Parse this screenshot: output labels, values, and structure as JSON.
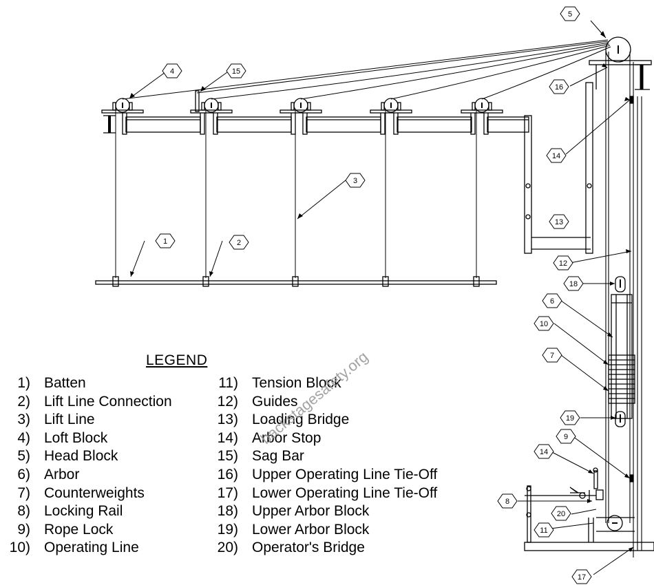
{
  "legend": {
    "title": "LEGEND",
    "items": [
      {
        "num": "1)",
        "label": "Batten"
      },
      {
        "num": "2)",
        "label": "Lift Line Connection"
      },
      {
        "num": "3)",
        "label": "Lift Line"
      },
      {
        "num": "4)",
        "label": "Loft Block"
      },
      {
        "num": "5)",
        "label": "Head Block"
      },
      {
        "num": "6)",
        "label": "Arbor"
      },
      {
        "num": "7)",
        "label": "Counterweights"
      },
      {
        "num": "8)",
        "label": "Locking Rail"
      },
      {
        "num": "9)",
        "label": "Rope Lock"
      },
      {
        "num": "10)",
        "label": "Operating Line"
      },
      {
        "num": "11)",
        "label": "Tension Block"
      },
      {
        "num": "12)",
        "label": "Guides"
      },
      {
        "num": "13)",
        "label": "Loading Bridge"
      },
      {
        "num": "14)",
        "label": "Arbor Stop"
      },
      {
        "num": "15)",
        "label": "Sag Bar"
      },
      {
        "num": "16)",
        "label": "Upper Operating Line Tie-Off"
      },
      {
        "num": "17)",
        "label": "Lower Operating Line Tie-Off"
      },
      {
        "num": "18)",
        "label": "Upper Arbor Block"
      },
      {
        "num": "19)",
        "label": "Lower Arbor Block"
      },
      {
        "num": "20)",
        "label": "Operator's Bridge"
      }
    ]
  },
  "callouts": [
    "5",
    "4",
    "15",
    "16",
    "14",
    "3",
    "13",
    "1",
    "2",
    "12",
    "18",
    "6",
    "10",
    "7",
    "19",
    "9",
    "14",
    "8",
    "20",
    "11",
    "17"
  ],
  "watermark": "backstagesafety.org"
}
